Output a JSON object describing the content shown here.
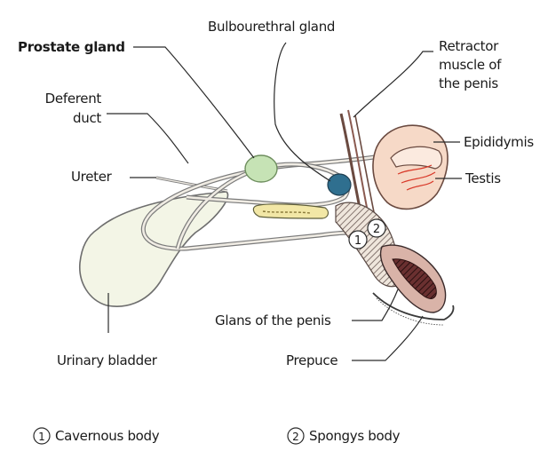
{
  "labels": {
    "bulbourethral_gland": "Bulbourethral gland",
    "prostate_gland": "Prostate gland",
    "retractor_muscle": [
      "Retractor",
      "muscle of",
      "the penis"
    ],
    "deferent_duct": [
      "Deferent",
      "duct"
    ],
    "epididymis": "Epididymis",
    "ureter": "Ureter",
    "testis": "Testis",
    "glans_of_the_penis": "Glans of the penis",
    "urinary_bladder": "Urinary bladder",
    "prepuce": "Prepuce"
  },
  "markers": {
    "one": "1",
    "two": "2"
  },
  "legend": {
    "cavernous": {
      "marker": "1",
      "text": "Cavernous body"
    },
    "spongy": {
      "marker": "2",
      "text": "Spongys body"
    }
  },
  "colors": {
    "bladder": "#f3f5e6",
    "prostate": "#c6e3b5",
    "bulbourethral": "#2f6f8f",
    "testis": "#f6d9c7",
    "vessels": "#d93a2a",
    "penis_dark": "#5a2a2a",
    "duct_fill": "#f0ece4"
  }
}
